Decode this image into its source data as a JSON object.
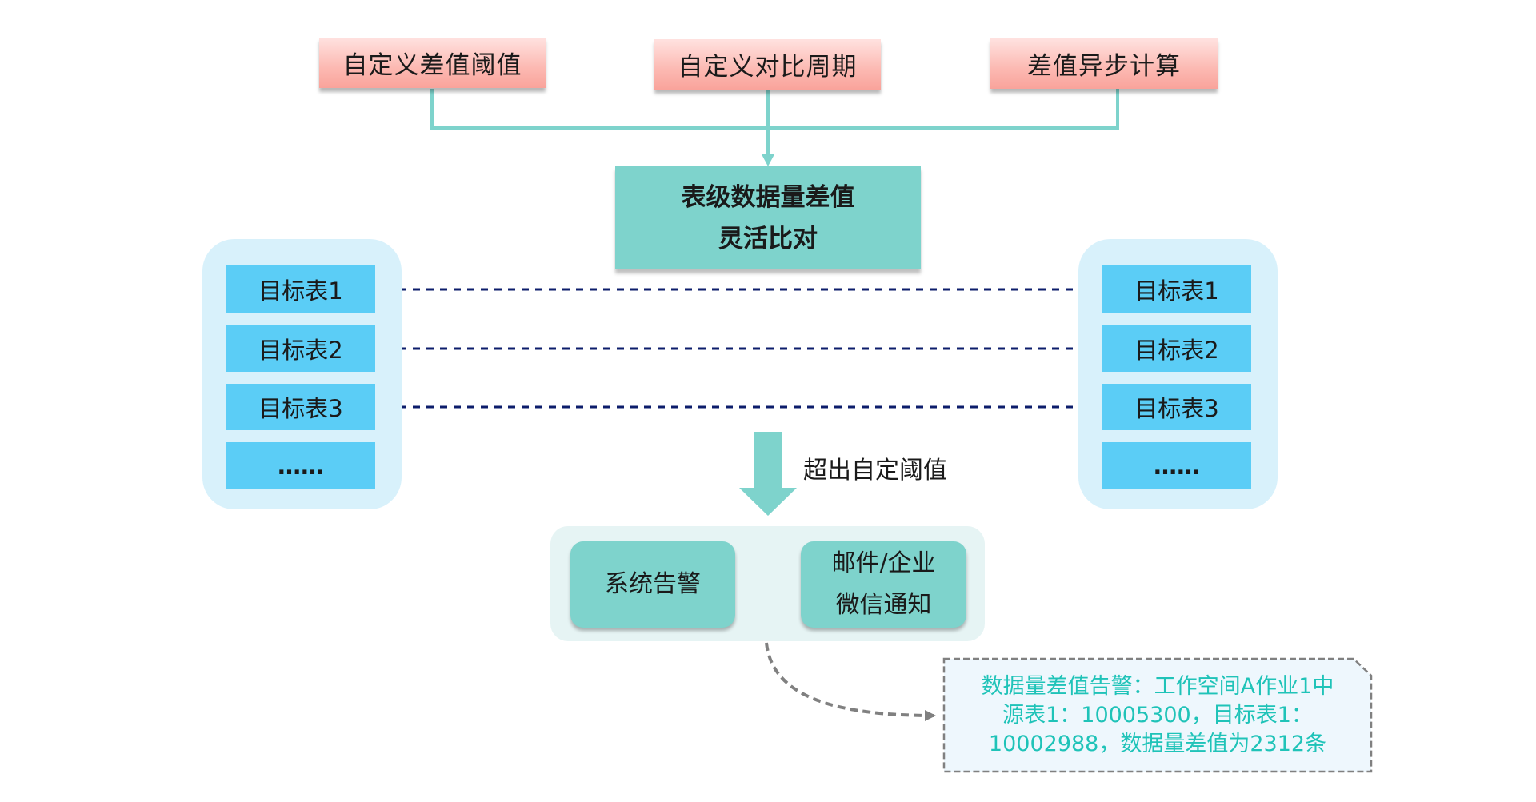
{
  "inputs": [
    {
      "label": "自定义差值阈值"
    },
    {
      "label": "自定义对比周期"
    },
    {
      "label": "差值异步计算"
    }
  ],
  "core": {
    "line1": "表级数据量差值",
    "line2": "灵活比对"
  },
  "left_tables": [
    "目标表1",
    "目标表2",
    "目标表3",
    "……"
  ],
  "right_tables": [
    "目标表1",
    "目标表2",
    "目标表3",
    "……"
  ],
  "trigger_label": "超出自定阈值",
  "alerts": [
    {
      "lines": [
        "系统告警"
      ]
    },
    {
      "lines": [
        "邮件/企业",
        "微信通知"
      ]
    }
  ],
  "notice": {
    "lines": [
      "数据量差值告警：工作空间A作业1中",
      "源表1：10005300，目标表1：",
      "10002988，数据量差值为2312条"
    ]
  },
  "colors": {
    "connector": "#7ed3cc",
    "compare_arrow": "#0c1d6b",
    "notice_text": "#1fc3b8",
    "notice_border": "#808080"
  }
}
